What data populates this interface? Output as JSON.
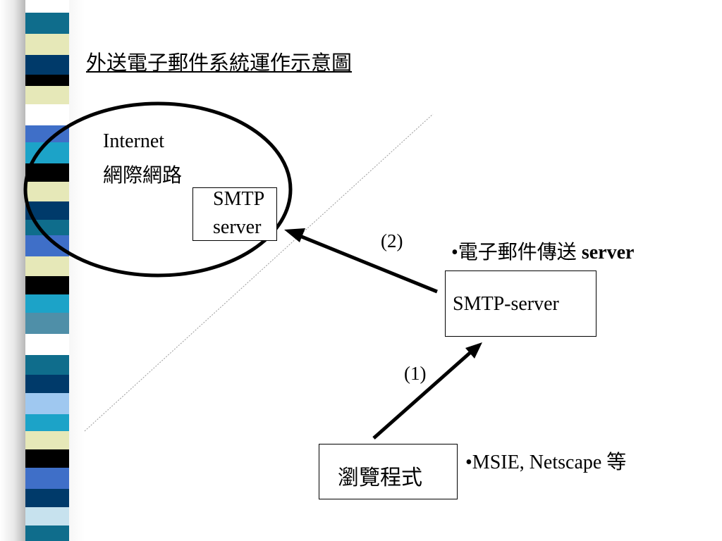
{
  "title": "外送電子郵件系統運作示意圖",
  "internet": {
    "label_en": "Internet",
    "label_zh": "網際網路",
    "smtp_box_line1": "SMTP",
    "smtp_box_line2": "server"
  },
  "smtp_server_box": "SMTP-server",
  "smtp_server_note_prefix": "•電子郵件傳送 ",
  "smtp_server_note_bold": "server",
  "browser_box": "瀏覽程式",
  "browser_note": "•MSIE, Netscape 等",
  "arrow_labels": {
    "step1": "(1)",
    "step2": "(2)"
  },
  "colors": {
    "stripe_palette": [
      "#ffffff",
      "#0f6d8c",
      "#e6e8b8",
      "#003a6a",
      "#000000",
      "#3f6fc8",
      "#1ca3c8",
      "#4f8fa8",
      "#9fc8f0",
      "#c7e2ee"
    ]
  }
}
